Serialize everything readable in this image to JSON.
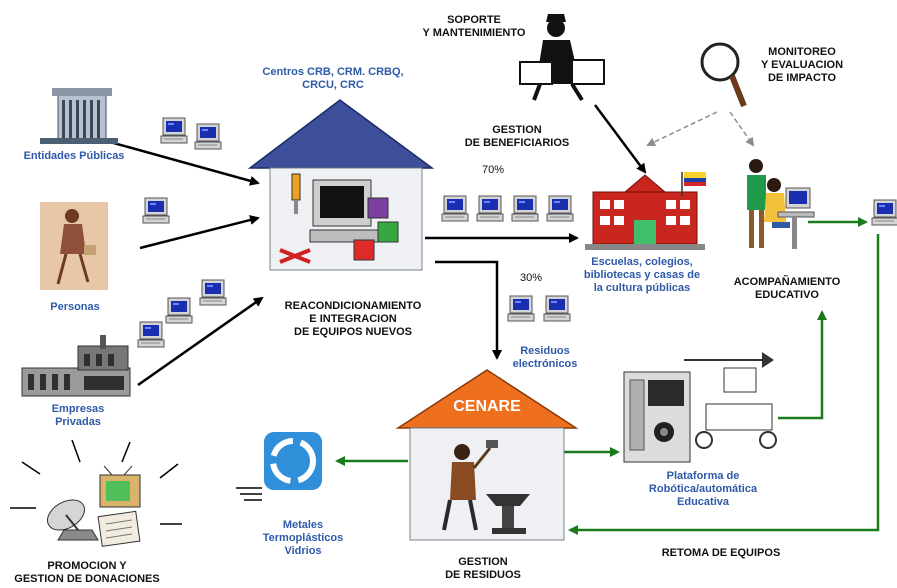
{
  "labels": {
    "entidades": "Entidades Públicas",
    "personas": "Personas",
    "empresas": "Empresas\nPrivadas",
    "promocion": "PROMOCION Y\nGESTION DE DONACIONES",
    "centros": "Centros CRB, CRM. CRBQ,\nCRCU, CRC",
    "reacond": "REACONDICIONAMIENTO\nE INTEGRACION\nDE EQUIPOS NUEVOS",
    "soporte": "SOPORTE\nY MANTENIMIENTO",
    "gestion_benef": "GESTION\nDE BENEFICIARIOS",
    "pct70": "70%",
    "pct30": "30%",
    "monitoreo": "MONITOREO\nY EVALUACION\nDE IMPACTO",
    "escuelas": "Escuelas, colegios,\nbibliotecas y casas de\nla cultura públicas",
    "acompanamiento": "ACOMPAÑAMIENTO\nEDUCATIVO",
    "residuos": "Residuos\nelectrónicos",
    "cenare": "CENARE",
    "gestion_residuos": "GESTION\nDE RESIDUOS",
    "metales": "Metales\nTermoplásticos\nVidrios",
    "plataforma": "Plataforma de\nRobótica/automática\nEducativa",
    "retoma": "RETOMA DE EQUIPOS"
  },
  "colors": {
    "black_arrow": "#000000",
    "green_arrow": "#1a7a1a",
    "gray_dashed": "#8c8c8c",
    "label_blue": "#2e5aa8",
    "roof_blue": "#3d4f9a",
    "roof_orange": "#ee6f1e",
    "house_wall": "#eef0f4",
    "recycle_blue": "#2f8fd8"
  },
  "icons": [
    "building-icon",
    "computer-icon",
    "woman-icon",
    "factory-icon",
    "satellite-icon",
    "tv-icon",
    "worker-icon",
    "magnifier-icon",
    "school-icon",
    "flag-icon",
    "teacher-student-icon",
    "recycle-icon",
    "blacksmith-icon",
    "robotics-icon",
    "screwdriver-icon",
    "pliers-icon",
    "disk-icon"
  ]
}
